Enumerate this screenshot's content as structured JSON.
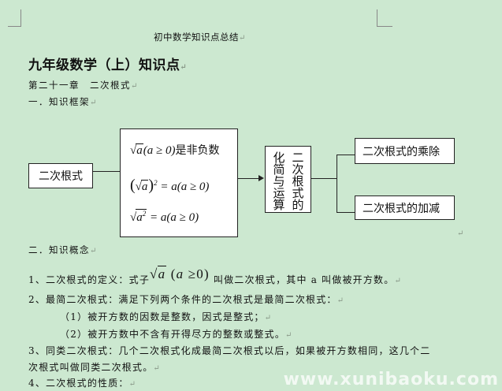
{
  "page_header": "初中数学知识点总结",
  "title": "九年级数学（上）知识点",
  "chapter": "第二十一章　二次根式",
  "section1": "一．知识框架",
  "diagram": {
    "root": "二次根式",
    "properties": {
      "line1_math": "a(a ≥ 0)",
      "line1_text": "是非负数",
      "line2_math": "= a(a ≥ 0)",
      "line3_math": "= a(a ≥ 0)"
    },
    "middle": [
      "二次根式的",
      "化简与运算"
    ],
    "branches": [
      "二次根式的乘除",
      "二次根式的加减"
    ]
  },
  "section2": "二．知识概念",
  "concepts": {
    "c1_prefix": "1、二次根式的定义：式子",
    "c1_math": "a (a ≥0)",
    "c1_suffix": "叫做二次根式，其中 a 叫做被开方数。",
    "c2": "2、最简二次根式：满足下列两个条件的二次根式是最简二次根式：",
    "c2_1": "（1）被开方数的因数是整数，因式是整式；",
    "c2_2": "（2）被开方数中不含有开得尽方的整数或整式。",
    "c3_line1": "3、同类二次根式：几个二次根式化成最简二次根式以后，如果被开方数相同，这几个二",
    "c3_line2": "次根式叫做同类二次根式。",
    "c4": "4、二次根式的性质："
  },
  "paragraph_mark": "↵",
  "watermark": "www.xunibaoku.com"
}
